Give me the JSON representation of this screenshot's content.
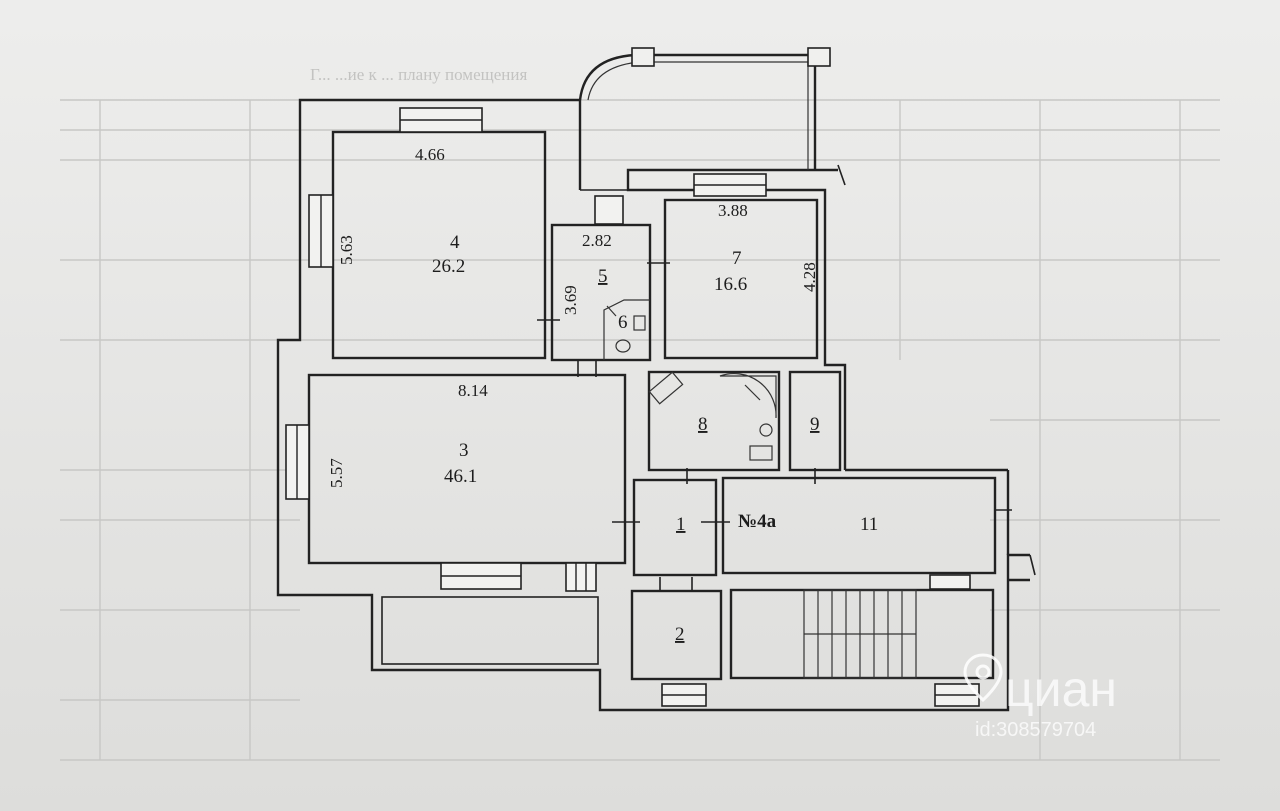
{
  "background_heading": "Г... ...ие к ... плану помещения",
  "rooms": {
    "r1": {
      "number": "1"
    },
    "r2": {
      "number": "2"
    },
    "r3": {
      "number": "3",
      "area": "46.1",
      "width": "8.14",
      "height": "5.57"
    },
    "r4": {
      "number": "4",
      "area": "26.2",
      "width": "4.66",
      "height": "5.63"
    },
    "r5": {
      "number": "5",
      "width": "2.82",
      "height": "3.69"
    },
    "r6": {
      "number": "6"
    },
    "r7": {
      "number": "7",
      "area": "16.6",
      "width": "3.88",
      "height": "4.28"
    },
    "r8": {
      "number": "8"
    },
    "r9": {
      "number": "9"
    },
    "r11": {
      "number": "11"
    }
  },
  "apartment_label": "№4а",
  "watermark": {
    "brand": "циан",
    "id_text": "id:308579704"
  }
}
